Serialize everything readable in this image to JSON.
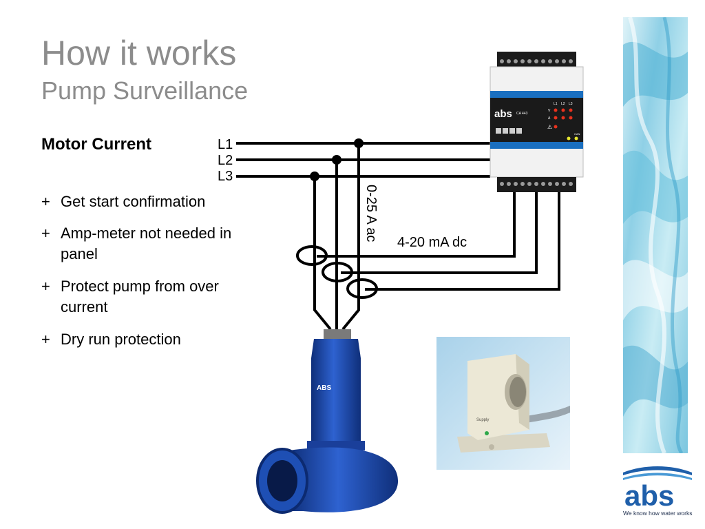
{
  "slide": {
    "title": "How it works",
    "subtitle": "Pump Surveillance"
  },
  "content": {
    "heading": "Motor Current",
    "bullets": [
      {
        "marker": "+",
        "text": "Get start confirmation"
      },
      {
        "marker": "+",
        "text": "Amp-meter not needed in panel"
      },
      {
        "marker": "+",
        "text": "Protect pump from over current"
      },
      {
        "marker": "+",
        "text": "Dry run protection"
      }
    ]
  },
  "diagram": {
    "lines": [
      "L1",
      "L2",
      "L3"
    ],
    "current_label": "0-25 A ac",
    "signal_label": "4-20 mA dc",
    "device": {
      "brand": "abs",
      "model": "CA 443",
      "led_headers": [
        "L1",
        "L2",
        "L3"
      ],
      "row_labels": [
        "V",
        "A"
      ],
      "can_label": "CAN"
    },
    "pump_brand": "ABS",
    "sensor_label": "Supply"
  },
  "branding": {
    "logo": "abs",
    "tagline": "We know how water works",
    "colors": {
      "logo_blue": "#1f5faa",
      "device_blue": "#1a6fc0",
      "pump_blue": "#1e4fb4",
      "title_gray": "#8c8c8c"
    }
  }
}
